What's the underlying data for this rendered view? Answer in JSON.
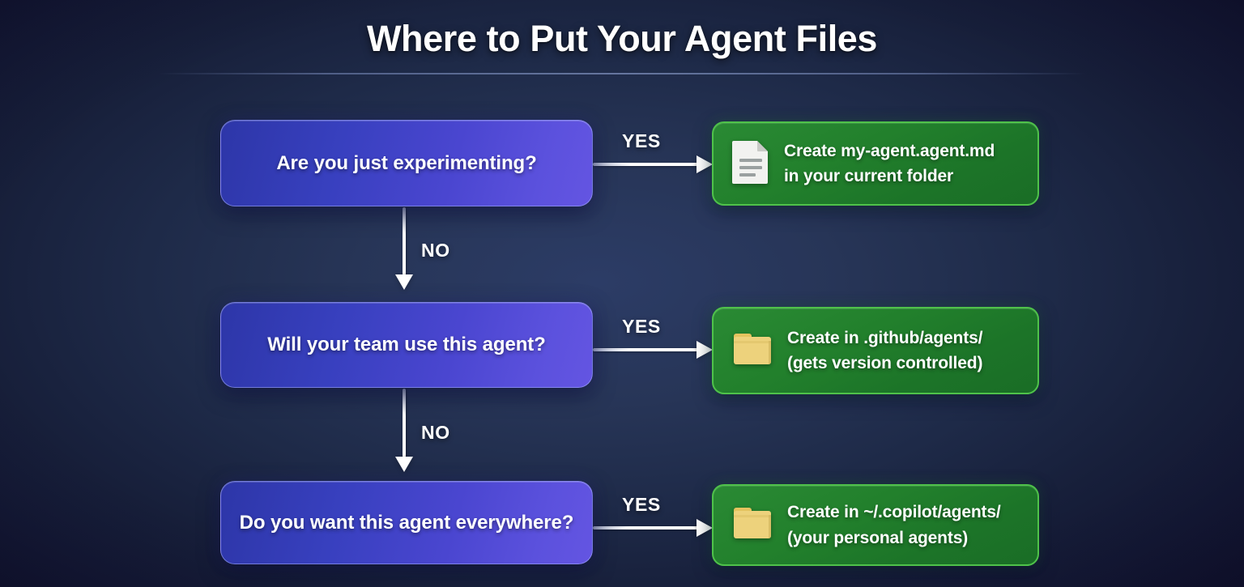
{
  "page": {
    "title": "Where to Put Your Agent Files",
    "background_dark": "#10112c",
    "background_center": "#2c3c66"
  },
  "colors": {
    "decision_box_start": "#2d36a8",
    "decision_box_end": "#6455e2",
    "action_box_start": "#2a8a34",
    "action_box_end": "#1a6d26",
    "action_box_border": "#4fc24a",
    "arrow": "#ffffff",
    "folder_icon": "#e8c964",
    "document_icon": "#f0f0ee"
  },
  "flow": {
    "rows": [
      {
        "question": "Are you just experimenting?",
        "yes_label": "YES",
        "no_label": "NO",
        "icon": "document-icon",
        "action_line1": "Create my-agent.agent.md",
        "action_line2": "in your current folder"
      },
      {
        "question": "Will your team use this agent?",
        "yes_label": "YES",
        "no_label": "NO",
        "icon": "folder-icon",
        "action_line1": "Create in .github/agents/",
        "action_line2": "(gets version controlled)"
      },
      {
        "question": "Do you want this agent everywhere?",
        "yes_label": "YES",
        "no_label": "",
        "icon": "folder-icon",
        "action_line1": "Create in ~/.copilot/agents/",
        "action_line2": "(your personal agents)"
      }
    ]
  }
}
